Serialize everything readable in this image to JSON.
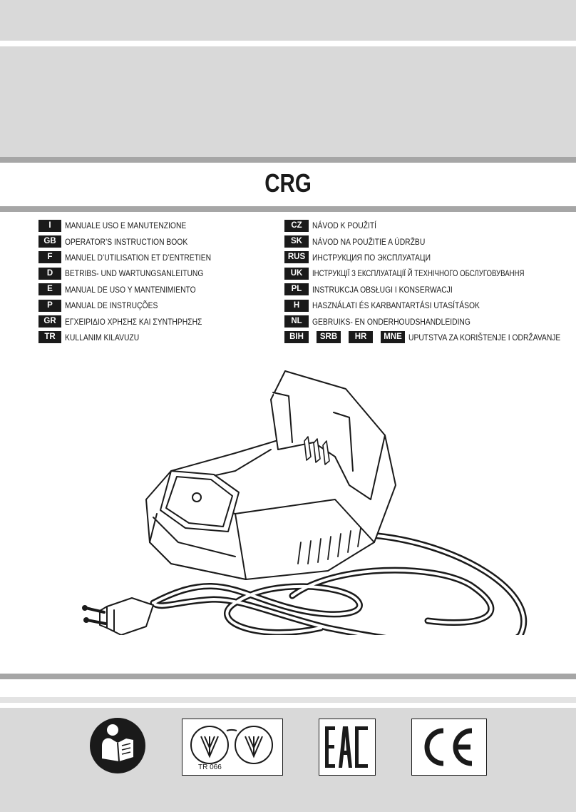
{
  "product": {
    "title": "CRG"
  },
  "languages": {
    "left": [
      {
        "code": "I",
        "text": "MANUALE USO E MANUTENZIONE"
      },
      {
        "code": "GB",
        "text": "OPERATOR’S INSTRUCTION BOOK"
      },
      {
        "code": "F",
        "text": "MANUEL D’UTILISATION ET D’ENTRETIEN"
      },
      {
        "code": "D",
        "text": "BETRIBS- UND WARTUNGSANLEITUNG"
      },
      {
        "code": "E",
        "text": "MANUAL DE USO Y MANTENIMIENTO"
      },
      {
        "code": "P",
        "text": "MANUAL DE INSTRUÇÕES"
      },
      {
        "code": "GR",
        "text": "ΕΓΧΕΙΡΙΔΙΟ ΧΡΗΣΗΣ ΚΑΙ ΣΥΝΤΗΡΗΣΗΣ"
      },
      {
        "code": "TR",
        "text": "KULLANIM KILAVUZU"
      }
    ],
    "right": [
      {
        "code": "CZ",
        "text": "NÁVOD K POUŽITÍ"
      },
      {
        "code": "SK",
        "text": "NÁVOD NA POUŽITIE A ÚDRŽBU"
      },
      {
        "code": "RUS",
        "text": "ИНСТРУКЦИЯ ПО ЭКСПЛУАТАЦИ"
      },
      {
        "code": "UK",
        "text": "ІНСТРУКЦІЇ З ЕКСПЛУАТАЦІЇ Й ТЕХНІЧНОГО ОБСЛУГОВУВАННЯ"
      },
      {
        "code": "PL",
        "text": "INSTRUKCJA OBSŁUGI I KONSERWACJI"
      },
      {
        "code": "H",
        "text": "HASZNÁLATI ÉS KARBANTARTÁSI UTASÍTÁSOK"
      },
      {
        "code": "NL",
        "text": "GEBRUIKS- EN ONDERHOUDSHANDLEIDING"
      }
    ],
    "multi": {
      "codes": [
        "BIH",
        "SRB",
        "HR",
        "MNE"
      ],
      "text": "UPUTSTVA ZA KORIŠTENJE I ODRŽAVANJE"
    }
  },
  "certifications": {
    "tr_code": "TR 066",
    "icons": [
      "read-manual-icon",
      "tr-conformity-mark",
      "eac-mark",
      "ce-mark"
    ]
  }
}
